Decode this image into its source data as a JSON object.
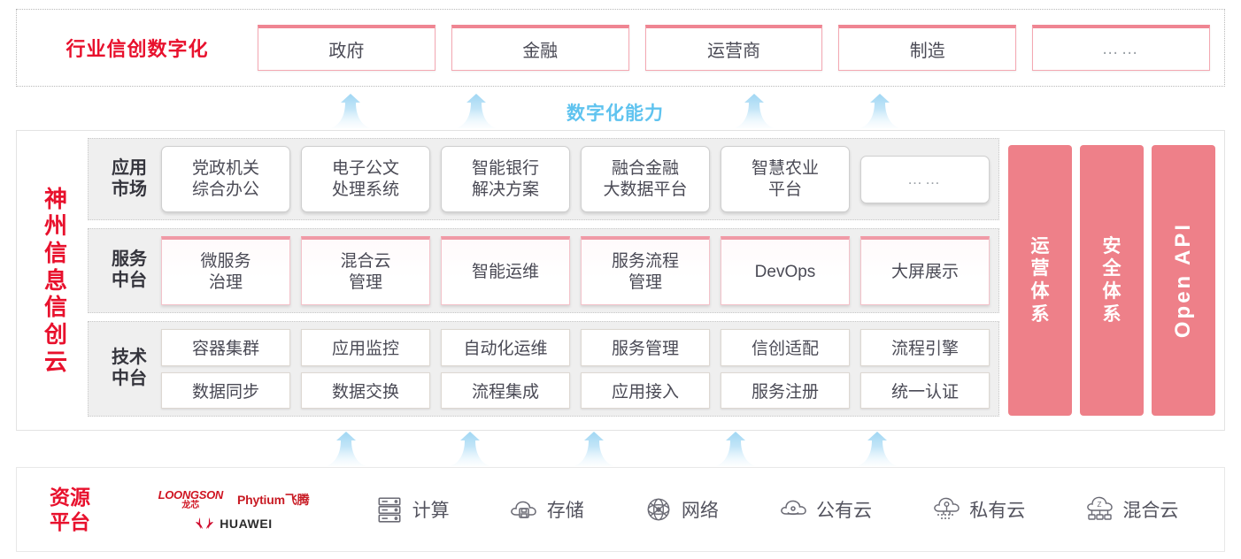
{
  "industry": {
    "title": "行业信创数字化",
    "boxes": [
      {
        "label": "政府"
      },
      {
        "label": "金融"
      },
      {
        "label": "运营商"
      },
      {
        "label": "制造"
      },
      {
        "label": "……"
      }
    ]
  },
  "capability_label": "数字化能力",
  "cloud": {
    "title": "神州信息信创云",
    "title_chars": [
      "神",
      "州",
      "信",
      "息",
      "信",
      "创",
      "云"
    ],
    "bands": [
      {
        "id": "app-market",
        "label": "应用市场",
        "label_lines": [
          "应用",
          "市场"
        ],
        "items": [
          {
            "lines": [
              "党政机关",
              "综合办公"
            ]
          },
          {
            "lines": [
              "电子公文",
              "处理系统"
            ]
          },
          {
            "lines": [
              "智能银行",
              "解决方案"
            ]
          },
          {
            "lines": [
              "融合金融",
              "大数据平台"
            ]
          },
          {
            "lines": [
              "智慧农业",
              "平台"
            ]
          },
          {
            "lines": [
              "……"
            ],
            "short": true
          }
        ]
      },
      {
        "id": "service-platform",
        "label": "服务中台",
        "label_lines": [
          "服务",
          "中台"
        ],
        "items": [
          {
            "lines": [
              "微服务",
              "治理"
            ]
          },
          {
            "lines": [
              "混合云",
              "管理"
            ]
          },
          {
            "lines": [
              "智能运维"
            ]
          },
          {
            "lines": [
              "服务流程",
              "管理"
            ]
          },
          {
            "lines": [
              "DevOps"
            ]
          },
          {
            "lines": [
              "大屏展示"
            ]
          }
        ]
      },
      {
        "id": "tech-platform",
        "label": "技术中台",
        "label_lines": [
          "技术",
          "中台"
        ],
        "rows": [
          [
            "容器集群",
            "应用监控",
            "自动化运维",
            "服务管理",
            "信创适配",
            "流程引擎"
          ],
          [
            "数据同步",
            "数据交换",
            "流程集成",
            "应用接入",
            "服务注册",
            "统一认证"
          ]
        ]
      }
    ],
    "pillars": [
      {
        "label": "运营体系",
        "chars": [
          "运",
          "营",
          "体",
          "系"
        ],
        "rotated": false
      },
      {
        "label": "安全体系",
        "chars": [
          "安",
          "全",
          "体",
          "系"
        ],
        "rotated": false
      },
      {
        "label": "Open API",
        "rotated": true
      }
    ]
  },
  "resource": {
    "title": "资源平台",
    "title_lines": [
      "资源",
      "平台"
    ],
    "vendors": [
      {
        "name": "LOONGSON",
        "cn": "龙芯",
        "id": "loongson"
      },
      {
        "name": "Phytium飞腾",
        "id": "phytium"
      },
      {
        "name": "HUAWEI",
        "id": "huawei"
      }
    ],
    "items": [
      {
        "label": "计算",
        "icon": "server-icon"
      },
      {
        "label": "存储",
        "icon": "cloud-storage-icon"
      },
      {
        "label": "网络",
        "icon": "network-icon"
      },
      {
        "label": "公有云",
        "icon": "public-cloud-icon"
      },
      {
        "label": "私有云",
        "icon": "private-cloud-icon"
      },
      {
        "label": "混合云",
        "icon": "hybrid-cloud-icon"
      }
    ]
  },
  "colors": {
    "brand_red": "#e8112d",
    "pillar_pink": "#ee8089",
    "accent_pink": "#ef8592",
    "arrow_blue": "#aadcf5",
    "capability_blue": "#5fc3ef",
    "band_bg": "#efefef"
  },
  "arrows": {
    "upper_count": 4,
    "lower_count": 5
  }
}
